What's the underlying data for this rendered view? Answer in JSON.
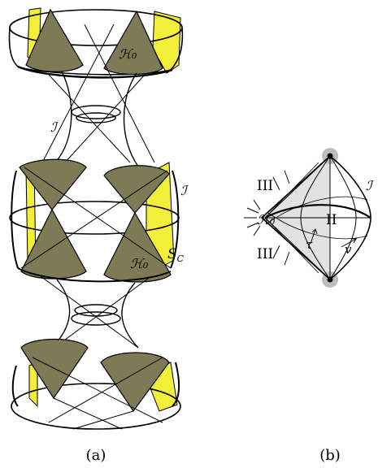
{
  "colors": {
    "cone_fill": "#7d7a55",
    "cone_rim": "#6f6b49",
    "yellow_sheet": "#f2ee3a",
    "line": "#000000",
    "grey_shade": "#c8c8c8"
  },
  "panel_a": {
    "caption": "(a)",
    "labels": {
      "horizon_top": "ℋ₀",
      "horizon_mid": "ℋ₀",
      "scri_neck": "ℐ",
      "scri_side": "ℐ",
      "sc_label": "S",
      "sc_sub": "C"
    }
  },
  "panel_b": {
    "caption": "(b)",
    "labels": {
      "region_iii_top": "III",
      "region_iii_bottom": "III",
      "region_ii": "II",
      "horizon": "ℋ₀",
      "scri": "ℐ",
      "tau": "τ",
      "v": "v"
    }
  }
}
